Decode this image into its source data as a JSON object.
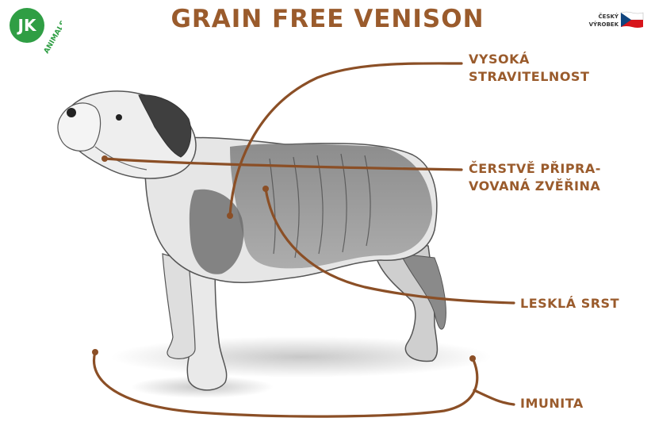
{
  "title": "GRAIN FREE VENISON",
  "brand": {
    "logo_letters": "JK",
    "logo_text": "ANIMALS",
    "logo_color": "#2f9e44"
  },
  "origin_badge": {
    "line1": "ČESKÝ",
    "line2": "VÝROBEK"
  },
  "accent_color": "#9a5b2c",
  "benefits": [
    {
      "line1": "VYSOKÁ",
      "line2": "STRAVITELNOST"
    },
    {
      "line1": "ČERSTVĚ PŘIPRA-",
      "line2": "VOVANÁ ZVĚŘINA"
    },
    {
      "line1": "LESKLÁ SRST",
      "line2": ""
    },
    {
      "line1": "IMUNITA",
      "line2": ""
    }
  ]
}
